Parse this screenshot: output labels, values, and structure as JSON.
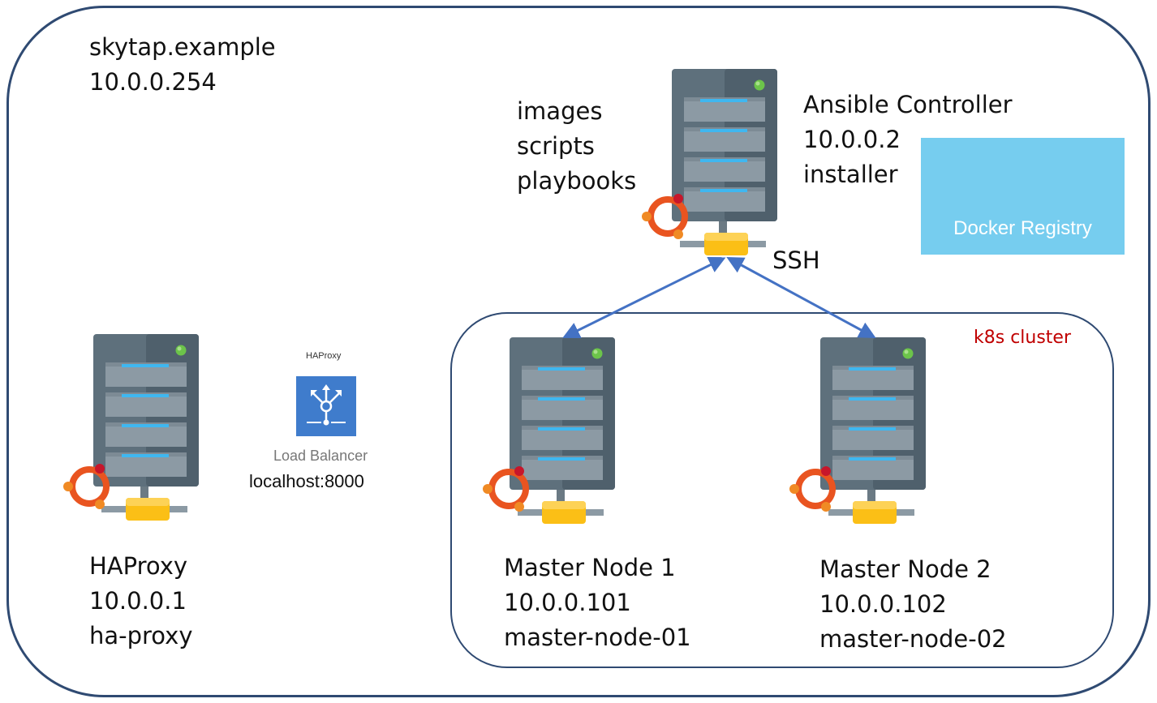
{
  "environment": {
    "domain": "skytap.example",
    "gateway_ip": "10.0.0.254"
  },
  "controller": {
    "resources": [
      "images",
      "scripts",
      "playbooks"
    ],
    "name": "Ansible Controller",
    "ip": "10.0.0.2",
    "role": "installer"
  },
  "registry": {
    "label": "Docker Registry"
  },
  "connection": {
    "label": "SSH"
  },
  "cluster": {
    "label": "k8s cluster"
  },
  "load_balancer": {
    "title": "HAProxy",
    "label": "Load Balancer",
    "url": "localhost:8000"
  },
  "nodes": [
    {
      "name": "HAProxy",
      "ip": "10.0.0.1",
      "hostname": "ha-proxy"
    },
    {
      "name": "Master Node 1",
      "ip": "10.0.0.101",
      "hostname": "master-node-01"
    },
    {
      "name": "Master Node 2",
      "ip": "10.0.0.102",
      "hostname": "master-node-02"
    }
  ],
  "colors": {
    "frame": "#2f4a72",
    "server_dark": "#4f606c",
    "server_light": "#5e707c",
    "slot": "#8c9aa4",
    "led_blue": "#3fb7f0",
    "led_green": "#6cc44a",
    "connector": "#fbbf16",
    "arrow": "#4472c4",
    "cluster_label": "#c00000",
    "registry_bg": "#76cdef",
    "lb_bg": "#3f7ccc",
    "ubuntu_orange": "#e95420",
    "ubuntu_red": "#c7162b"
  }
}
